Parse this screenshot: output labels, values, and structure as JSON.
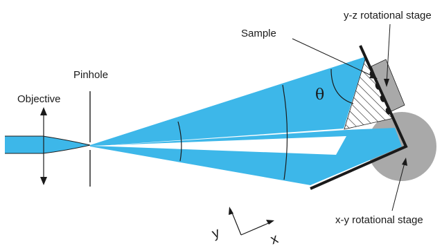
{
  "labels": {
    "objective": "Objective",
    "pinhole": "Pinhole",
    "sample": "Sample",
    "theta": "θ",
    "yz_stage": "y-z rotational stage",
    "xy_stage": "x-y rotational stage",
    "axis_x": "x",
    "axis_y": "y"
  },
  "colors": {
    "beam": "#3db7e9",
    "stage_gray": "#a9a9a9",
    "line": "#1a1a1a",
    "inner_white": "#ffffff"
  }
}
